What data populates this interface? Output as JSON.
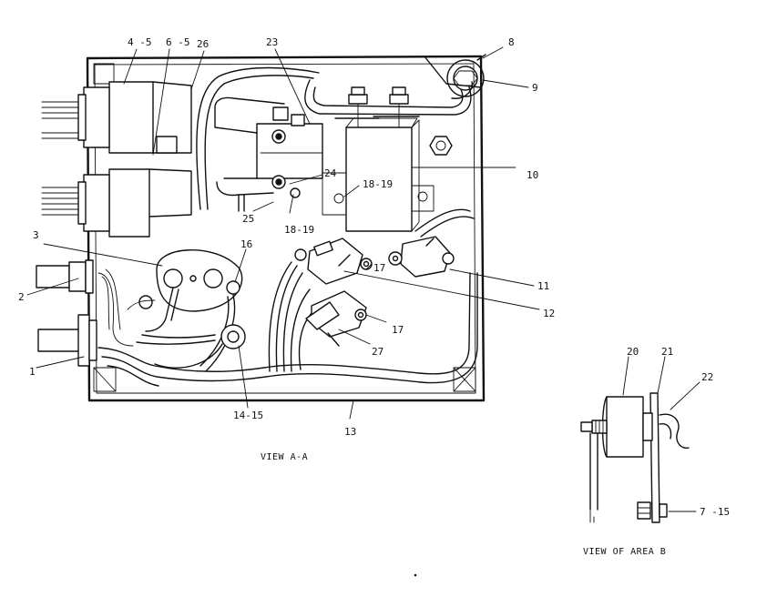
{
  "labels": {
    "l1": "1",
    "l2": "2",
    "l3": "3",
    "l4_5": "4 -5",
    "l6_5": "6 -5",
    "l26": "26",
    "l23": "23",
    "l8": "8",
    "l9": "9",
    "l10": "10",
    "l24": "24",
    "l18_19a": "18-19",
    "l18_19b": "18-19",
    "l25": "25",
    "l16": "16",
    "l17a": "17",
    "l17b": "17",
    "l11": "11",
    "l12": "12",
    "l27": "27",
    "l14_15": "14-15",
    "l13": "13",
    "l20": "20",
    "l21": "21",
    "l22": "22",
    "l7_15": "7 -15"
  },
  "captions": {
    "view_aa": "VIEW  A-A",
    "view_b": "VIEW  OF  AREA  B"
  }
}
